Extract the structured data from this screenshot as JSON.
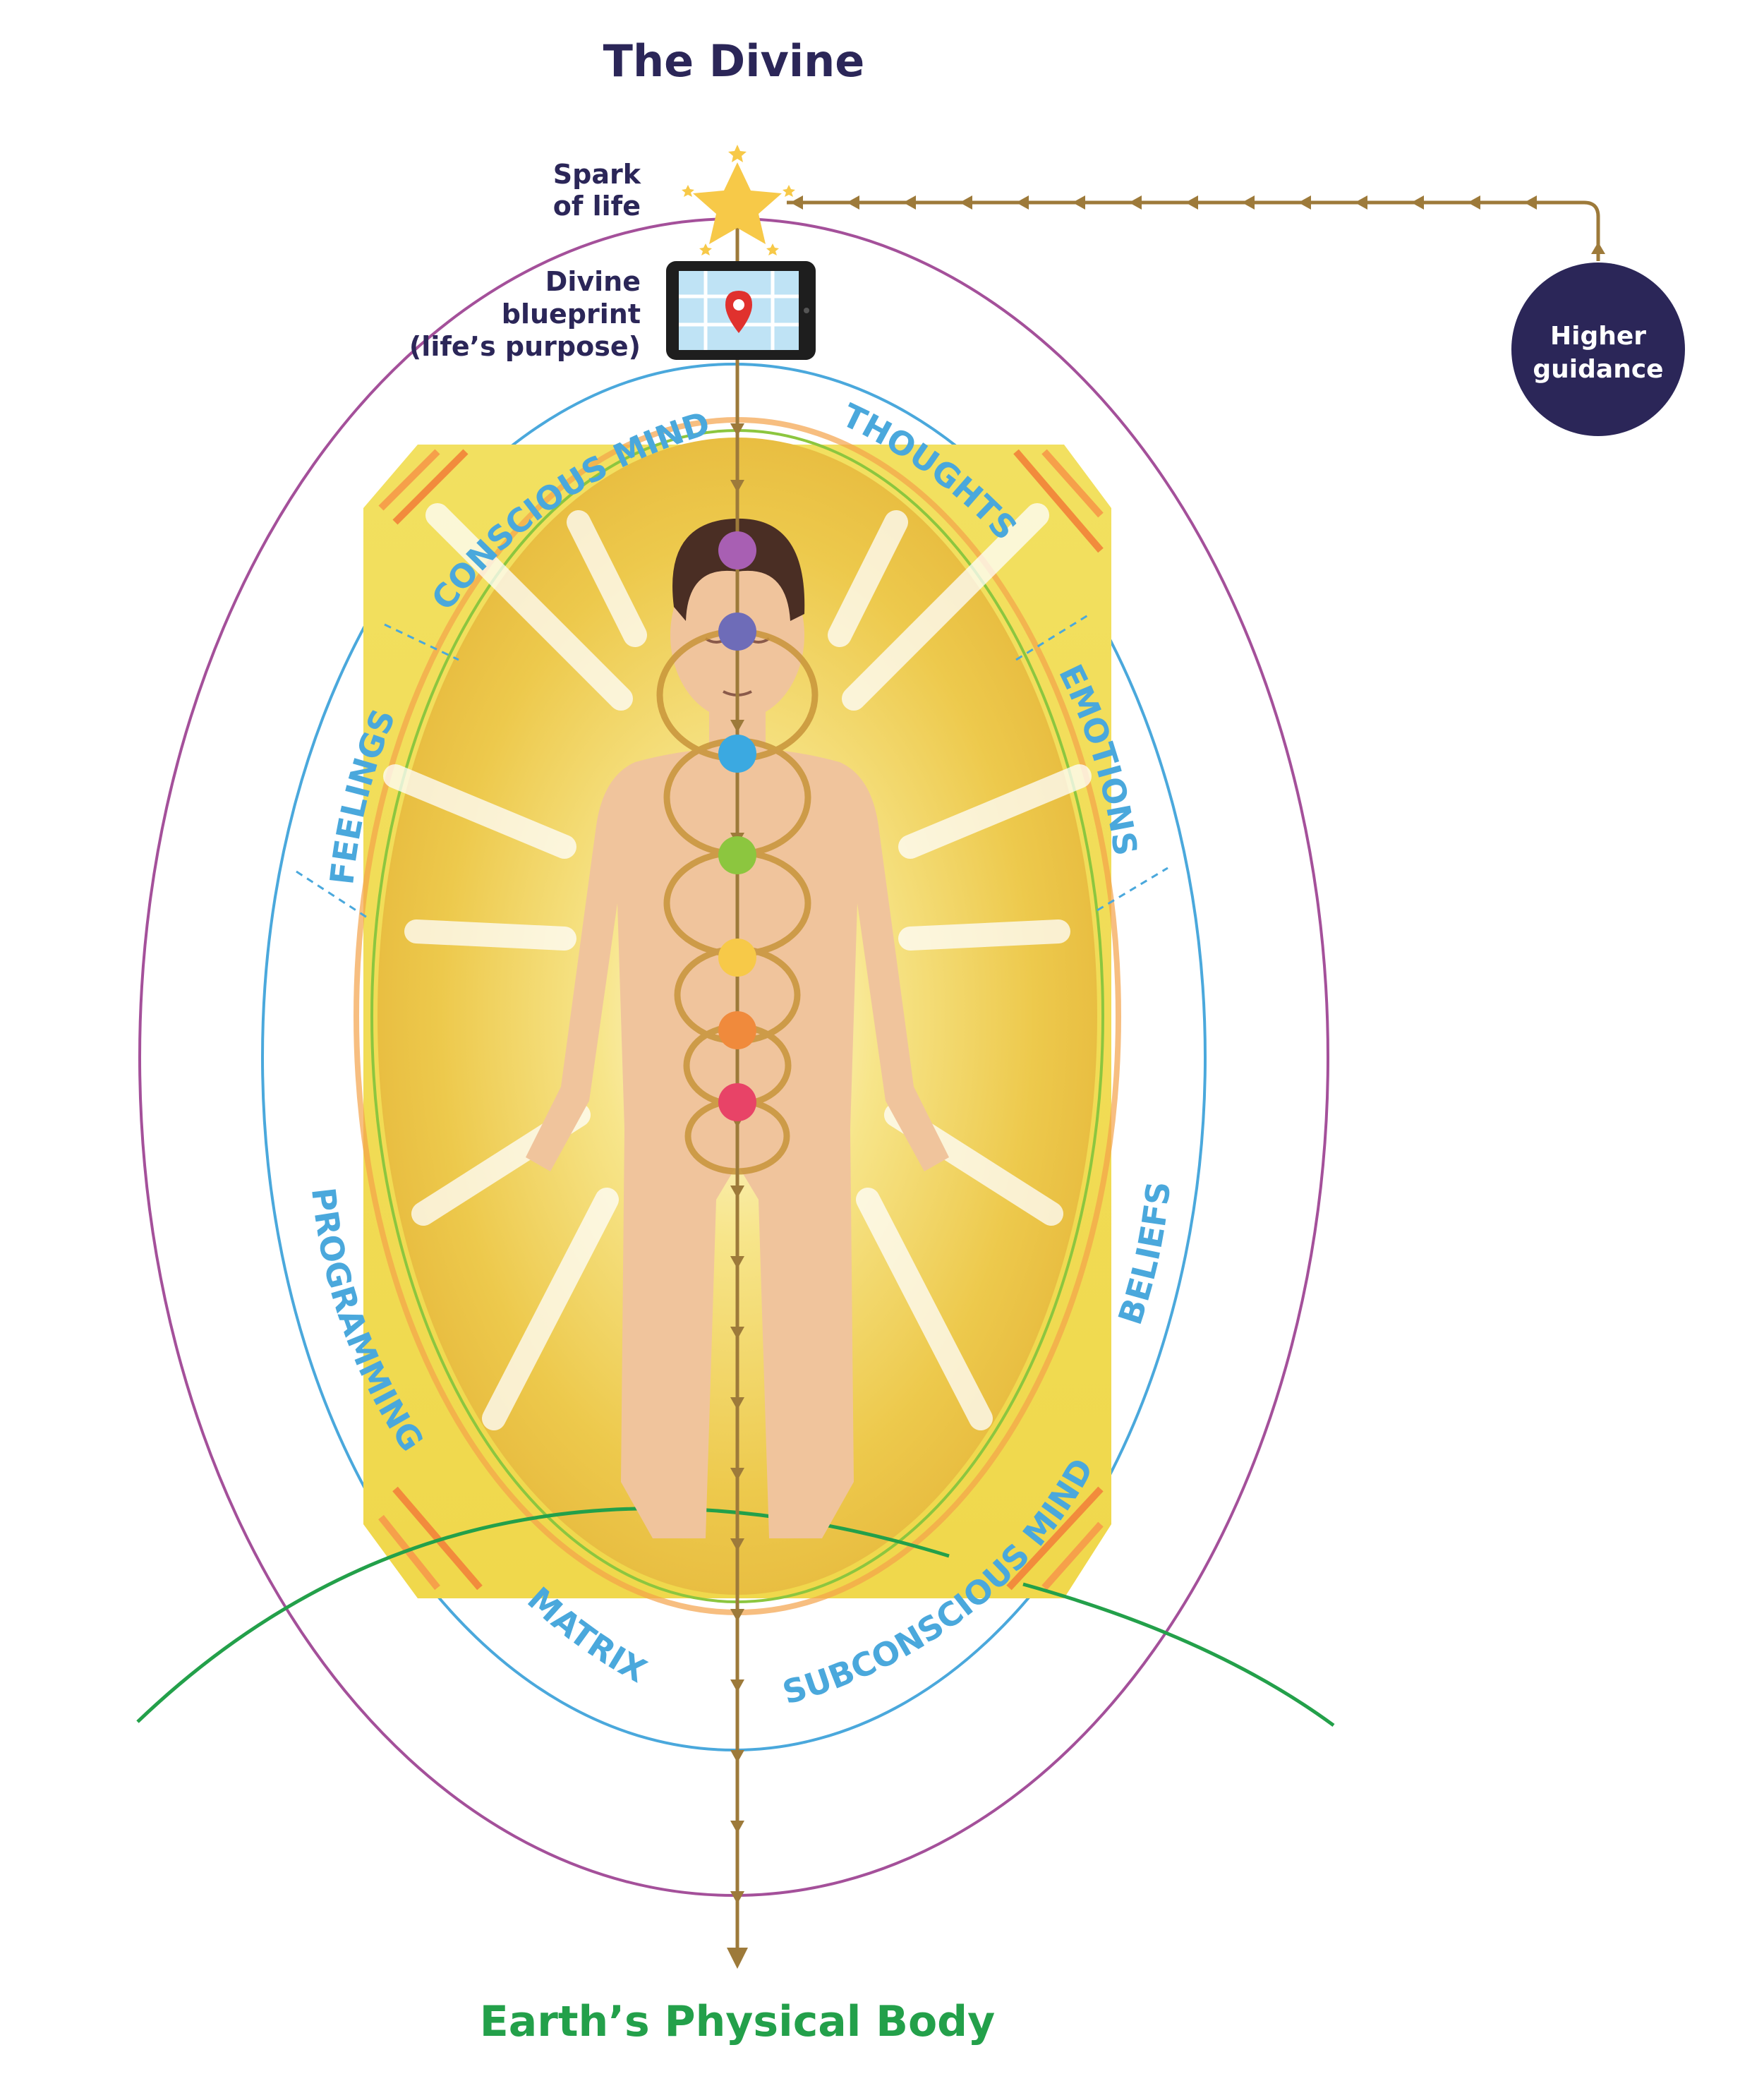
{
  "title": "The Divine",
  "footer": "Earth’s Physical Body",
  "top_labels": {
    "spark_line1": "Spark",
    "spark_line2": "of life",
    "blueprint_line1": "Divine",
    "blueprint_line2": "blueprint",
    "blueprint_line3": "(life’s purpose)"
  },
  "guidance": {
    "line1": "Higher",
    "line2": "guidance"
  },
  "field_labels": {
    "conscious_mind": "CONSCIOUS MIND",
    "thoughts": "THOUGHTS",
    "emotions": "EMOTIONS",
    "feelings": "FEELINGS",
    "beliefs": "BELIEFS",
    "programming": "PROGRAMMING",
    "matrix": "MATRIX",
    "subconscious_mind": "SUBCONSCIOUS MIND"
  },
  "colors": {
    "navy": "#2b2658",
    "sky": "#4aa8dc",
    "violet": "#a4509a",
    "earth_green": "#23a04a",
    "cord": "#9d7a3a",
    "aura_yellow": "#f3d64a",
    "skin": "#f0c49c"
  },
  "chakras": [
    {
      "name": "crown-chakra",
      "color": "#a85fb3"
    },
    {
      "name": "third-eye-chakra",
      "color": "#6e6cb8"
    },
    {
      "name": "throat-chakra",
      "color": "#3ba9e1"
    },
    {
      "name": "heart-chakra",
      "color": "#8cc63f"
    },
    {
      "name": "solar-plexus-chakra",
      "color": "#f7c948"
    },
    {
      "name": "sacral-chakra",
      "color": "#f08a3c"
    },
    {
      "name": "root-chakra",
      "color": "#e84367"
    }
  ]
}
